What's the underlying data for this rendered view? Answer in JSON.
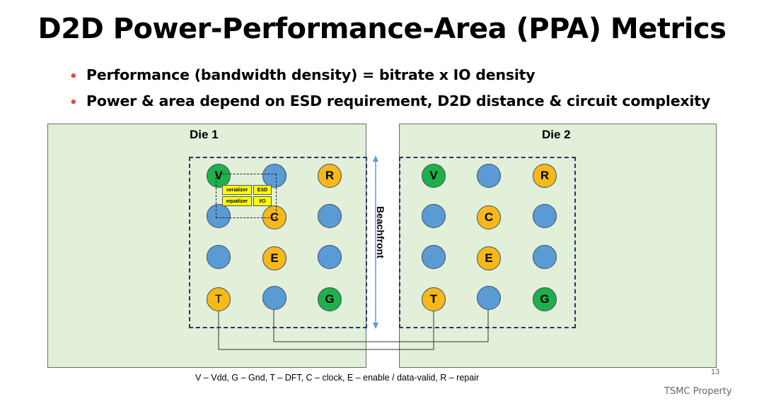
{
  "slide": {
    "title": "D2D Power-Performance-Area (PPA) Metrics",
    "bullets": [
      "Performance (bandwidth density) = bitrate x IO density",
      "Power & area depend on ESD requirement, D2D distance & circuit complexity"
    ],
    "page_number": "13",
    "footer": "TSMC Property"
  },
  "diagram": {
    "die1_label": "Die 1",
    "die2_label": "Die 2",
    "beachfront_label": "Beachfront",
    "circuit_blocks": [
      "serializer",
      "ESD",
      "equalizer",
      "I/O"
    ],
    "pin_grid": [
      [
        "V",
        "",
        "R"
      ],
      [
        "",
        "C",
        ""
      ],
      [
        "",
        "E",
        ""
      ],
      [
        "T",
        "",
        "G"
      ]
    ],
    "legend": "V – Vdd, G – Gnd, T – DFT, C – clock, E – enable / data-valid, R – repair",
    "colors": {
      "die_fill": "#e2efd9",
      "signal_pin": "#5b9bd5",
      "power_pin": "#1eb04a",
      "control_pin": "#f6b917",
      "circuit_block": "#ffff00",
      "dashed_border": "#1f3864",
      "bullet": "#e84c3d"
    }
  }
}
